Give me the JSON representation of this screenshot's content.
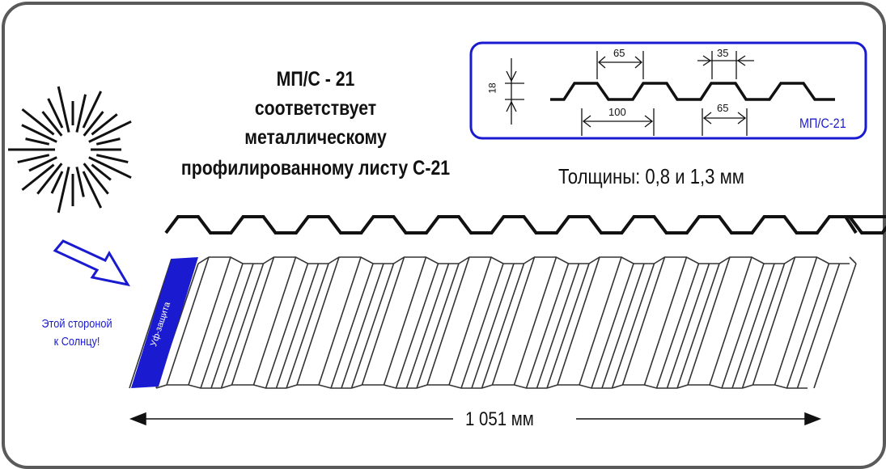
{
  "title_lines": [
    "МП/С - 21",
    "соответствует",
    "металлическому",
    "профилированному листу С-21"
  ],
  "thickness": "Толщины: 0,8 и 1,3 мм",
  "sun_hint": [
    "Этой стороной",
    "к Солнцу!"
  ],
  "width_label": "1 051 мм",
  "profile_box": {
    "name": "МП/С-21",
    "dims": {
      "height": "18",
      "top_pitch": "65",
      "top_width": "35",
      "bottom_span": "100",
      "bottom_pitch": "65"
    }
  },
  "stripe_text": "Уф-защита",
  "colors": {
    "accent": "#1a1ad0",
    "stroke": "#111111",
    "frame": "#5a5a5a"
  }
}
